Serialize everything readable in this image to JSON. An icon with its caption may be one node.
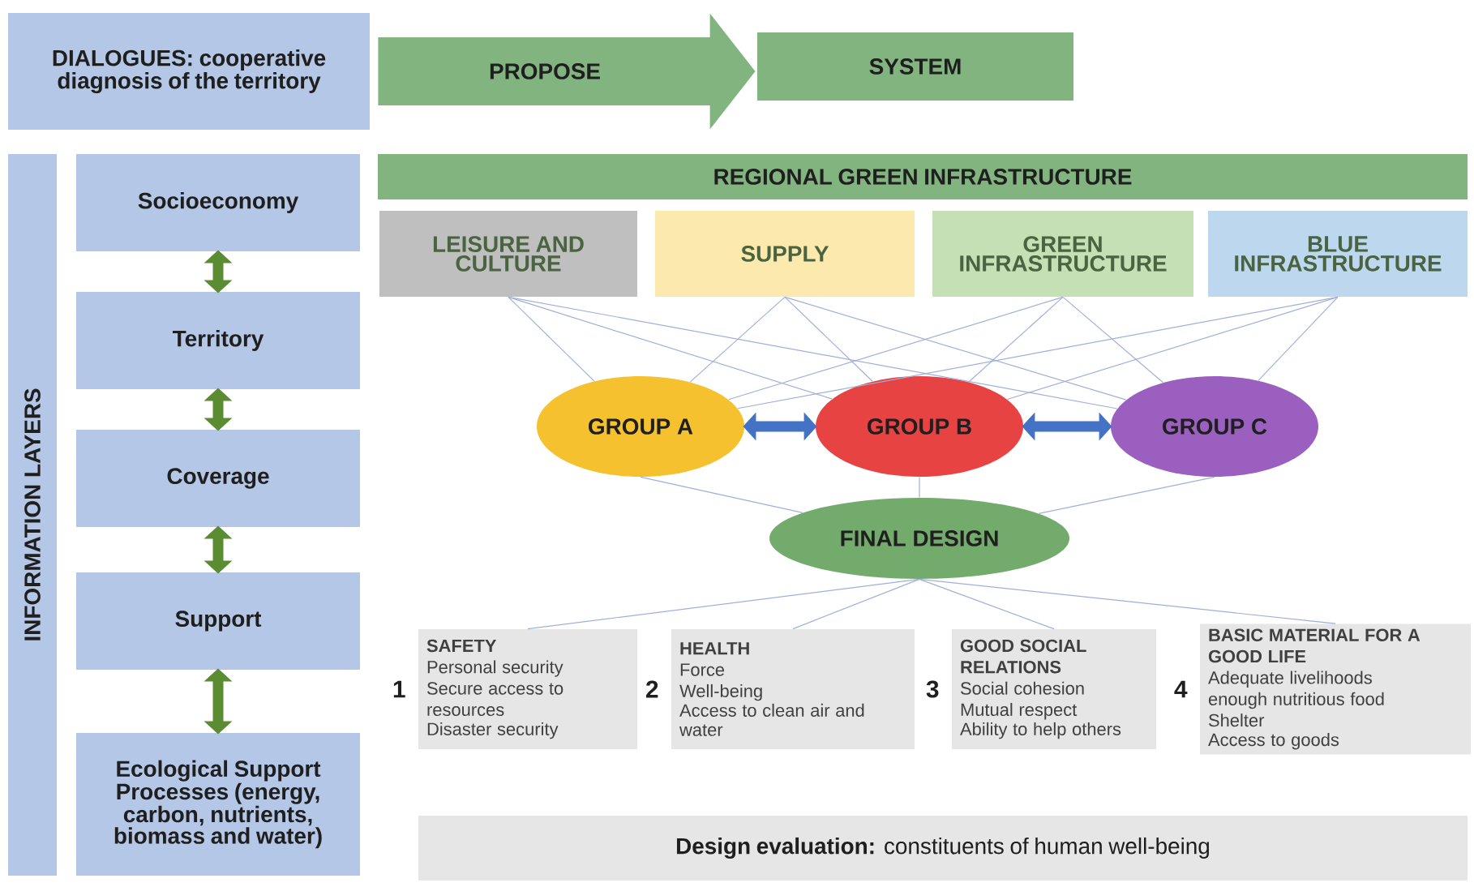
{
  "diagram": {
    "nodes": [
      {
        "text": [
          "DIALOGUES: cooperative diagnosis of the territory"
        ]
      },
      {
        "text": [
          "SYSTEM"
        ]
      },
      {
        "text": [
          "INFORMATION LAYERS"
        ]
      },
      {
        "text": [
          "Socioeconomy"
        ]
      },
      {
        "text": [
          "Territory"
        ]
      },
      {
        "text": [
          "Coverage"
        ]
      },
      {
        "text": [
          "Support"
        ]
      },
      {
        "text": [
          "Ecological Support Processes (energy, carbon, nutrients, biomass and water)"
        ]
      },
      {
        "text": [
          "REGIONAL GREEN INFRASTRUCTURE"
        ]
      },
      {
        "text": [
          "LEISURE AND CULTURE"
        ]
      },
      {
        "text": [
          "SUPPLY"
        ]
      },
      {
        "text": [
          "GREEN INFRASTRUCTURE"
        ]
      },
      {
        "text": [
          "BLUE INFRASTRUCTURE"
        ]
      },
      {
        "text": [
          "GROUP A"
        ]
      },
      {
        "text": [
          "GROUP B"
        ]
      },
      {
        "text": [
          "GROUP C"
        ]
      },
      {
        "text": [
          "FINAL DESIGN"
        ]
      },
      {
        "text": [
          "SAFETY",
          "Personal security",
          "Secure access to resources",
          "Disaster security"
        ],
        "beside": [
          "1"
        ]
      },
      {
        "text": [
          "HEALTH",
          "Force",
          "Well-being",
          "Access to clean air and water"
        ],
        "beside": [
          "2"
        ]
      },
      {
        "text": [
          "GOOD SOCIAL RELATIONS",
          "Social cohesion",
          "Mutual respect",
          "Ability to help others"
        ],
        "beside": [
          "3"
        ]
      },
      {
        "text": [
          "BASIC MATERIAL FOR A GOOD LIFE",
          "Adequate livelihoods",
          "enough nutritious food",
          "Shelter",
          "Access to goods"
        ],
        "beside": [
          "4"
        ]
      },
      {
        "text": [
          "**Design evaluation:** constituents of human well-being"
        ]
      }
    ],
    "edges": [
      {
        "from": 0,
        "to": 1,
        "arrow": "to",
        "label": "PROPOSE",
        "style": "thick",
        "color": "#82b47f"
      },
      {
        "from": 3,
        "to": 4,
        "arrow": "both",
        "style": "thick",
        "color": "#5b8c32"
      },
      {
        "from": 4,
        "to": 5,
        "arrow": "both",
        "style": "thick",
        "color": "#5b8c32"
      },
      {
        "from": 5,
        "to": 6,
        "arrow": "both",
        "style": "thick",
        "color": "#5b8c32"
      },
      {
        "from": 6,
        "to": 7,
        "arrow": "both",
        "style": "thick",
        "color": "#5b8c32"
      },
      {
        "from": 9,
        "to": 13,
        "arrow": "none"
      },
      {
        "from": 9,
        "to": 14,
        "arrow": "none"
      },
      {
        "from": 9,
        "to": 15,
        "arrow": "none"
      },
      {
        "from": 10,
        "to": 13,
        "arrow": "none"
      },
      {
        "from": 10,
        "to": 14,
        "arrow": "none"
      },
      {
        "from": 10,
        "to": 15,
        "arrow": "none"
      },
      {
        "from": 11,
        "to": 13,
        "arrow": "none"
      },
      {
        "from": 11,
        "to": 14,
        "arrow": "none"
      },
      {
        "from": 11,
        "to": 15,
        "arrow": "none"
      },
      {
        "from": 12,
        "to": 13,
        "arrow": "none"
      },
      {
        "from": 12,
        "to": 14,
        "arrow": "none"
      },
      {
        "from": 12,
        "to": 15,
        "arrow": "none"
      },
      {
        "from": 13,
        "to": 14,
        "arrow": "both",
        "style": "thick",
        "color": "#4472c4"
      },
      {
        "from": 14,
        "to": 15,
        "arrow": "both",
        "style": "thick",
        "color": "#4472c4"
      },
      {
        "from": 13,
        "to": 16,
        "arrow": "none"
      },
      {
        "from": 14,
        "to": 16,
        "arrow": "none"
      },
      {
        "from": 15,
        "to": 16,
        "arrow": "none"
      },
      {
        "from": 16,
        "to": 17,
        "arrow": "none"
      },
      {
        "from": 16,
        "to": 18,
        "arrow": "none"
      },
      {
        "from": 16,
        "to": 19,
        "arrow": "none"
      },
      {
        "from": 16,
        "to": 20,
        "arrow": "none"
      }
    ]
  }
}
